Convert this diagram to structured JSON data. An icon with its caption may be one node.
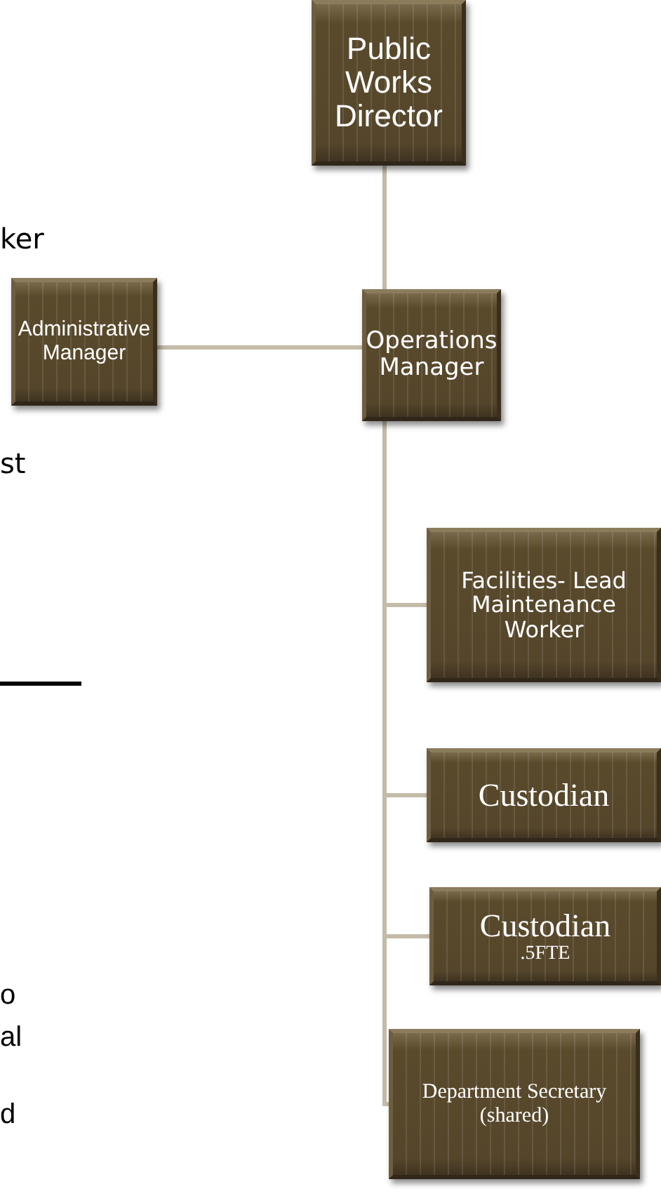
{
  "diagram": {
    "nodes": [
      {
        "text": [
          "Public Works Director"
        ]
      },
      {
        "text": [
          "Operations Manager"
        ]
      },
      {
        "text": [
          "Administrative Manager"
        ]
      },
      {
        "text": [
          "Facilities- Lead Maintenance Worker"
        ]
      },
      {
        "text": [
          "Custodian"
        ]
      },
      {
        "text": [
          "Custodian",
          ".5FTE"
        ]
      },
      {
        "text": [
          "Department Secretary (shared)"
        ]
      }
    ],
    "edges": [
      {
        "from": 0,
        "to": 1,
        "arrow": "none"
      },
      {
        "from": 1,
        "to": 2,
        "arrow": "none"
      },
      {
        "from": 1,
        "to": 3,
        "arrow": "none"
      },
      {
        "from": 1,
        "to": 4,
        "arrow": "none"
      },
      {
        "from": 1,
        "to": 5,
        "arrow": "none"
      },
      {
        "from": 1,
        "to": 6,
        "arrow": "none"
      }
    ],
    "labels": [
      "ker",
      "st",
      "o",
      "al",
      "d"
    ]
  }
}
